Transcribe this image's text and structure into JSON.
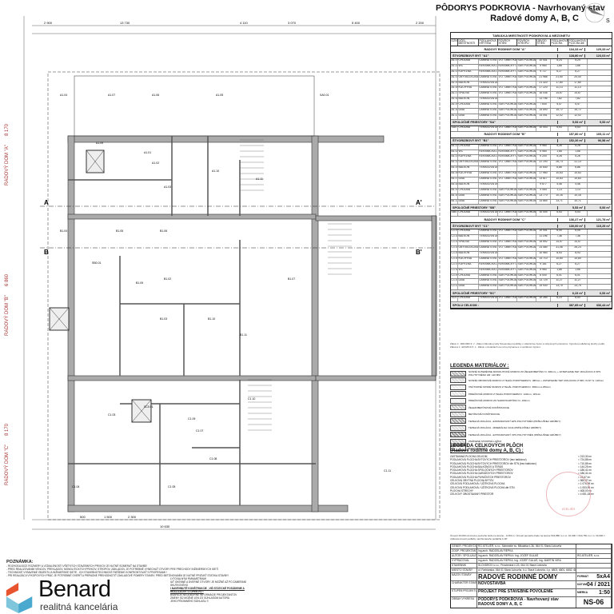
{
  "header": {
    "title_line1": "PÔDORYS PODKROVIA - Navrhovaný stav",
    "title_line2": "Radové domy  A, B, C",
    "north_label": "S"
  },
  "table": {
    "caption": "TABUĽKA MIESTNOSTÍ PODKROVIA A MEZONETU",
    "columns": [
      "OZN.",
      "ÚČEL MIESTNOSTI",
      "PODLAHOVÁ KRYTINA",
      "POVRCH STIEN",
      "POVRCH STROPU",
      "OBVOD STIEN (mm)",
      "PODLAHOVÁ PLOCHA (m²)",
      "PODLAHOVÁ PLOCHA dle STN (m²)"
    ],
    "houses": [
      {
        "label": "RADOVÝ RODINNÝ DOM  \"A\"",
        "area": "134,33 m²",
        "area_stn": "129,33 m²",
        "apt": {
          "label": "ŠTVORIZBOVÝ BYT  \"A1\"",
          "area": "128,80 m²",
          "area_stn": "123,03 m²"
        },
        "rooms": [
          [
            "A1.01",
            "CHODBA",
            "LAMINÁTOVÁ PODLAHA",
            "V.O. OMIETKA, HYG. MAĽBA",
            "SDK PODHLAD, HYG. MAĽBA",
            "10 441",
            "5,24",
            "5,24"
          ],
          [
            "A1.02",
            "WC",
            "KERAMICKÁ DLAŽBA",
            "KERAMICKÝ OBKLAD",
            "SDK PODHLAD, HYG. MAĽBA",
            "5 960",
            "1,66",
            "1,66"
          ],
          [
            "A1.03",
            "KÚPEĽŇA",
            "KERAMICKÁ DLAŽBA",
            "KERAMICKÝ OBKLAD",
            "SDK PODHLAD, HYG. MAĽBA",
            "9 727",
            "6,27",
            "6,27"
          ],
          [
            "A1.04",
            "OBÝVACIA IZBA",
            "LAMINÁTOVÁ PODLAHA",
            "V.O. OMIETKA, HYG. MAĽBA",
            "SDK PODHLAD, HYG. MAĽBA",
            "21 986",
            "21,50",
            "20,00"
          ],
          [
            "A1.05",
            "BALKÓN",
            "TERASOVÁ DLAŽBA",
            "-",
            "-",
            "21 320",
            "17,80",
            "17,80"
          ],
          [
            "A1.06",
            "KUCHYŇA",
            "LAMINÁTOVÁ PODLAHA",
            "V.O. OMIETKA, HYG. MAĽBA",
            "SDK PODHLAD, HYG. MAĽBA",
            "17 220",
            "11,13",
            "11,13"
          ],
          [
            "A1.07",
            "SPÁLŇA",
            "LAMINÁTOVÁ PODLAHA",
            "V.O. OMIETKA, HYG. MAĽBA",
            "SDK PODHLAD, HYG. MAĽBA",
            "16 036",
            "14,67",
            "14,67"
          ],
          [
            "A1.08",
            "BALKÓN",
            "TERASOVÁ DLAŽBA",
            "-",
            "-",
            "11 706",
            "7,82",
            "7,82"
          ],
          [
            "A1.09",
            "CHODBA",
            "LAMINÁTOVÁ PODLAHA",
            "SDK PODHLAD, HYG. MAĽBA",
            "SDK PODHLAD, HYG. MAĽBA",
            "7 640",
            "5,47",
            "5,47"
          ],
          [
            "A1.10",
            "IZBA",
            "LAMINÁTOVÁ PODLAHA",
            "SDK PODHLAD, HYG. MAĽBA",
            "SDK PODHLAD, HYG. MAĽBA",
            "15 690",
            "15,72",
            "15,72"
          ],
          [
            "A1.11",
            "IZBA",
            "LAMINÁTOVÁ PODLAHA",
            "SDK PODHLAD, HYG. MAĽBA",
            "SDK PODHLAD, HYG. MAĽBA",
            "14 051",
            "12,02",
            "12,02"
          ]
        ],
        "common": {
          "label": "SPOLOČNÉ PRIESTORY  \"SA\"",
          "area": "5,53 m²",
          "area_stn": "5,53 m²"
        },
        "common_rooms": [
          [
            "SA0.01",
            "CHODBA",
            "TERASOVÁ DLAŽBA",
            "V.O. OMIETKA, HYG. MAĽBA",
            "SDK PODHLAD, HYG. MAĽBA",
            "10 003",
            "5,53",
            "5,53"
          ]
        ]
      },
      {
        "label": "RADOVÝ RODINNÝ DOM  \"B\"",
        "area": "157,80 m²",
        "area_stn": "105,11 m²",
        "apt": {
          "label": "ŠTVORIZBOVÝ BYT  \"B1\"",
          "area": "152,26 m²",
          "area_stn": "96,58 m²"
        },
        "rooms": [
          [
            "B1.01",
            "CHODBA",
            "LAMINÁTOVÁ PODLAHA",
            "V.O. OMIETKA, HYG. MAĽBA",
            "SDK PODHLAD, HYG. MAĽBA",
            "9 960",
            "5,26",
            "5,26"
          ],
          [
            "B1.02",
            "WC",
            "KERAMICKÁ DLAŽBA",
            "KERAMICKÝ OBKLAD",
            "SDK PODHLAD, HYG. MAĽBA",
            "5 960",
            "1,66",
            "1,66"
          ],
          [
            "B1.03",
            "KÚPEĽŇA",
            "KERAMICKÁ DLAŽBA",
            "KERAMICKÝ OBKLAD",
            "SDK PODHLAD, HYG. MAĽBA",
            "9 200",
            "5,26",
            "5,26"
          ],
          [
            "B1.04",
            "OBÝVACIA IZBA",
            "LAMINÁTOVÁ PODLAHA",
            "V.O. OMIETKA, HYG. MAĽBA",
            "SDK PODHLAD, HYG. MAĽBA",
            "22 190",
            "26,73",
            "22,13"
          ],
          [
            "B1.05",
            "BALKÓN",
            "TERASOVÁ DLAŽBA",
            "-",
            "-",
            "10 640",
            "6,86",
            "6,86"
          ],
          [
            "B1.06",
            "KUCHYŇA",
            "LAMINÁTOVÁ PODLAHA",
            "V.O. OMIETKA, HYG. MAĽBA",
            "SDK PODHLAD, HYG. MAĽBA",
            "17 960",
            "10,63",
            "10,63"
          ],
          [
            "B1.07",
            "IZBA",
            "LAMINÁTOVÁ PODLAHA",
            "V.O. OMIETKA, HYG. MAĽBA",
            "SDK PODHLAD, HYG. MAĽBA",
            "13 617",
            "10,83",
            "10,83"
          ],
          [
            "B1.08",
            "BALKÓN",
            "TERASOVÁ DLAŽBA",
            "-",
            "-",
            "9 677",
            "4,46",
            "4,46"
          ],
          [
            "B1.09",
            "CHODBA",
            "LAMINÁTOVÁ PODLAHA",
            "SDK PODHLAD, HYG. MAĽBA",
            "SDK PODHLAD, HYG. MAĽBA",
            "4 064",
            "1,13",
            "1,13"
          ],
          [
            "B1.10",
            "IZBA",
            "LAMINÁTOVÁ PODLAHA",
            "SDK PODHLAD, HYG. MAĽBA",
            "SDK PODHLAD, HYG. MAĽBA",
            "13 770",
            "10,16",
            "10,16"
          ],
          [
            "B1.11",
            "IZBA",
            "LAMINÁTOVÁ PODLAHA",
            "SDK PODHLAD, HYG. MAĽBA",
            "SDK PODHLAD, HYG. MAĽBA",
            "14 864",
            "13,71",
            "10,71"
          ]
        ],
        "common": {
          "label": "SPOLOČNÉ PRIESTORY  \"SB\"",
          "area": "5,53 m²",
          "area_stn": "5,53 m²"
        },
        "common_rooms": [
          [
            "SB0.01",
            "CHODBA",
            "TERASOVÁ DLAŽBA",
            "V.O. OMIETKA, HYG. MAĽBA",
            "SDK PODHLAD, HYG. MAĽBA",
            "10 004",
            "5,53",
            "5,53"
          ]
        ]
      },
      {
        "label": "RADOVÝ RODINNÝ DOM  \"C\"",
        "area": "136,27 m²",
        "area_stn": "121,78 m²",
        "apt": {
          "label": "ŠTVORIZBOVÝ BYT  \"C1\"",
          "area": "130,00 m²",
          "area_stn": "115,25 m²"
        },
        "rooms": [
          [
            "C1.01",
            "CHODBA",
            "LAMINÁTOVÁ PODLAHA",
            "V.O. OMIETKA, HYG. MAĽBA",
            "SDK PODHLAD, HYG. MAĽBA",
            "10 441",
            "6,05",
            "6,05"
          ],
          [
            "C1.02",
            "BALKÓN",
            "TERASOVÁ DLAŽBA",
            "-",
            "-",
            "11 196",
            "7,36",
            "7,36"
          ],
          [
            "C1.03",
            "SPÁLŇA",
            "LAMINÁTOVÁ PODLAHA",
            "V.O. OMIETKA, HYG. MAĽBA",
            "SDK PODHLAD, HYG. MAĽBA",
            "15 592",
            "14,57",
            "14,57"
          ],
          [
            "C1.04",
            "OBÝVACIA IZBA",
            "LAMINÁTOVÁ PODLAHA",
            "V.O. OMIETKA, HYG. MAĽBA",
            "SDK PODHLAD, HYG. MAĽBA",
            "24 080",
            "31,06",
            "26,23"
          ],
          [
            "C1.05",
            "BALKÓN",
            "TERASOVÁ DLAŽBA",
            "-",
            "-",
            "10 960",
            "8,93",
            "8,93"
          ],
          [
            "C1.06",
            "KUCHYŇA",
            "LAMINÁTOVÁ PODLAHA",
            "V.O. OMIETKA, HYG. MAĽBA",
            "SDK PODHLAD, HYG. MAĽBA",
            "14 710",
            "10,80",
            "10,80"
          ],
          [
            "C1.07",
            "KÚPEĽŇA",
            "KERAMICKÁ DLAŽBA",
            "KERAMICKÝ OBKLAD",
            "SDK PODHLAD, HYG. MAĽBA",
            "9 161",
            "6,27",
            "6,27"
          ],
          [
            "C1.08",
            "WC",
            "KERAMICKÁ DLAŽBA",
            "KERAMICKÝ OBKLAD",
            "SDK PODHLAD, HYG. MAĽBA",
            "5 960",
            "1,66",
            "1,66"
          ],
          [
            "C1.09",
            "CHODBA",
            "LAMINÁTOVÁ PODLAHA",
            "SDK PODHLAD, HYG. MAĽBA",
            "SDK PODHLAD, HYG. MAĽBA",
            "8 000",
            "6,01",
            "6,01"
          ],
          [
            "C1.10",
            "IZBA",
            "LAMINÁTOVÁ PODLAHA",
            "SDK PODHLAD, HYG. MAĽBA",
            "SDK PODHLAD, HYG. MAĽBA",
            "13 729",
            "11,27",
            "11,27"
          ],
          [
            "C1.11",
            "IZBA",
            "LAMINÁTOVÁ PODLAHA",
            "SDK PODHLAD, HYG. MAĽBA",
            "SDK PODHLAD, HYG. MAĽBA",
            "15 930",
            "13,75",
            "13,75"
          ]
        ],
        "common": {
          "label": "SPOLOČNÉ PRIESTORY  \"SC\"",
          "area": "6,23 m²",
          "area_stn": "6,53 m²"
        },
        "common_rooms": [
          [
            "SC0.01",
            "CHODBA",
            "TERASOVÁ DLAŽBA",
            "V.O. OMIETKA, HYG. MAĽBA",
            "SDK PODHLAD, HYG. MAĽBA",
            "10 284",
            "6,23",
            "6,53"
          ]
        ]
      }
    ],
    "total": {
      "label": "SPOLU CELKOM :",
      "area": "387,85 m²",
      "area_stn": "336,44 m²"
    }
  },
  "table_note": "Zákon č. 182/1993 Z. z.. Zákon Národnej rady Slovenskej republiky o vlastníctve bytov a nebytových priestorov. Výpočet podlahovej plochy podľa Zákona č. 443/2010 Z. z.. Zákon o dotáciách na rozvoj bývania a o sociálnom bývaní.",
  "legend_materials": {
    "title": "LEGENDA MATERIÁLOV :",
    "items": [
      "NOSNÉ SUTERÉNNE MONOLITICKÉ MURIVO ZO ŽELEZOBETÓNU hr. 300mm, + ZATEPLENIE TEP. IZOLÁCIOU Z XPS POLYSTYRÉNU HR. 120 MM",
      "NOSNÉ OBVODOVÉ MURIVO Z TEHÁL POROTHERM hr. 380mm + ZATEPLENIE TEP. IZOLÁCIOU Z MIN. VLNY hr. 120mm",
      "VNÚTORNÉ NOSNÉ MURIVO Z TEHÁL POROTHERM hr. 380mm a 250mm",
      "PRIEČKOVÉ MURIVO Z TEHÁL POROTHERM hr. 120mm, 115mm",
      "PRIEČKOVÉ MURIVO ZO SADROKARTÓNU hr. 100mm",
      "ŽELEZOBETÓNOVÉ KONŠTRUKCIE",
      "BETÓNOVÉ KONŠTRUKCIE",
      "TEPELNÁ IZOLÁCIA - EXPANDOVANÝ EPS POLYSTYRÉN (PRÍSLUŠNEJ HRÚBKY)",
      "TEPELNÁ IZOLÁCIA - MINERÁLNA VLNA (PRÍSLUŠNEJ HRÚBKY)",
      "TEPELNÁ IZOLÁCIA - EXTRUDOVANÝ XPS POLYSTYRÉN (PRÍSLUŠNEJ HRÚBKY)",
      "ZNIŽNENÉ STROPNÉ LOŽKO",
      "RASTLÝ TERÉN"
    ]
  },
  "legend_areas": {
    "title": "LEGENDA CELKOVÝCH PLÔCH",
    "subtitle": "(Radové rodinné domy A, B, C) :",
    "items": [
      [
        "ZASTAVANÁ PLOCHA CELKOM",
        "= 213,30 m²"
      ],
      [
        "PODLAHOVÁ PLOCHA BYTOVÝCH PRIESTOROV (bez balkónov)",
        "= 724,88 m²"
      ],
      [
        "PODLAHOVÁ PLOCHA BYTOVÝCH PRIESTOROV dle STN (bez balkónov)",
        "= 710,85 m²"
      ],
      [
        "PODLAHOVÁ PLOCHA BALKÓNOV A TERÁS",
        "= 144,25 m²"
      ],
      [
        "PODLAHOVÁ PLOCHA SPOLOČNÝCH PRIESTOROV",
        "= 186,41 m²"
      ],
      [
        "PODLAHOVÁ PLOCHA GARÁŽOVÝCH PRIESTOROV",
        "= 186,41 m²"
      ],
      [
        "PODLAHOVÁ PLOCHA PIVNIČNÝCH PRIESTOROV",
        "= 23,67 m²"
      ],
      [
        "CELKOVÁ OBYTNÁ PLOCHA BYTOV",
        "= 560,87 m²"
      ],
      [
        "CELKOVÁ PODLAHOVÁ / ÚŽITKOVÁ PLOCHA",
        "= 1 076,99 m²"
      ],
      [
        "CELKOVÁ PODLAHOVÁ / ÚŽITKOVÁ PLOCHA dle STN",
        "= 1 053,99 m²"
      ],
      [
        "PLOCHA STRECHY",
        "= 408,00 m²"
      ],
      [
        "CELKOVÝ OBOSTAVANÝ PRIESTOR",
        "= 4 081,18 m³"
      ]
    ]
  },
  "stamp_text": "ATELIÉR",
  "height_note": "Úroveň ±0,000 od úrovne pevného bodu na teréne - 0,260 m. Úroveň pevného bodu na teréne 544,880 m.n.m. ±0,000 = 544,750 m.n.m. ±0,000 = výšková úroveň podlahy navrhovaného podlažia 1.NP",
  "title_block": {
    "rows": [
      [
        "GENER. PROJEKTANT",
        "RG ATELIÉR, s.r.o., Námestie sv. Mikuláša č.36, 064 01 Stará Ľubovňa"
      ],
      [
        "ZODP. PROJEKTANT",
        "Ing.arch. RADOSLAV REPKA"
      ],
      [
        "AUTOR / SPOLUAUTOR",
        "Ing.arch. RADOSLAV REPKA / Ing. JOZEF GULAŠ"
      ],
      [
        "VYPRACOVAL",
        "Ing.arch. RADOSLAV REPKA, Ing. JOZEF GULAŠ, Ing. MARTIN VIRA"
      ],
      [
        "STAVEBNÍK",
        "SLOVDROX s.r.o., Prostredná č.23, 064 01 Stará Ľubovňa"
      ],
      [
        "MIESTO STAVBY",
        "ul. Farbiarska, 064 01 Stará Ľubovňa, k.ú. Stará Ľubovňa, č.p. 6803, 6801, 6802, 6803, 70"
      ]
    ],
    "firm": "RG ATELIÉR, s.r.o.",
    "project_label": "NÁZOV STAVBY",
    "project": "RADOVÉ RODINNÉ DOMY",
    "character_label": "CHARAKTER STAVBY",
    "character": "NOVOSTAVBA",
    "stage_label": "STUPEŇ PROJEKTU",
    "stage": "PROJEKT PRE STAVEBNÉ POVOLENIE",
    "drawing_label": "OBSAH VÝKRESU",
    "drawing": "PÔDORYS PODKROVIA - Navrhovaný stav",
    "drawing2": "RADOVÉ DOMY  A, B, C",
    "format_label": "FORMÁT",
    "format": "5xA4",
    "date_label": "DÁTUM",
    "date": "04 / 2021",
    "scale_label": "MIERKA",
    "scale": "1:50",
    "sheet": "NS-06"
  },
  "notes": {
    "title": "POZNÁMKA:",
    "lines": [
      "- ROZHODUJÚCE ROZMERY A VZDIALENOSTI VŠETKÝCH STAVEBNÝCH PRVKOV JE NUTNÉ SOMERAŤ NA STAVBE!",
      "- PRED REALIZOVANÍM VENCOV, PREKLADOV, MONOLITICKÝCH PRVKOV, STROPOV, ZÁKLADOV, JE POTREBNÉ VYNECHAŤ OTVORY PRE PRECHODY INŽINIERSKYCH SIETÍ",
      "- TECHNICKÉ VYBAVENIE OBJEKTU A INŽINIERSKE SIETE , ICH STAVEBNOTECHNICKÉ RIEŠENIE KONFRONTOVAŤ S PROFESIAMI !",
      "- PRI REALIZÁCII VÝKOPOVÝCH PRÁC JE POTREBNÉ OVERIŤ A PRÍPADNE PREHODNOTIŤ ZÁKLADOVÉ POMERY STAVBY, PRED BETÓNOVANÍM JE NUTNÉ PRIZVAŤ STATIKA STAVBY!",
      "LYTOVALNÝM PARAMETRAMI",
      "IAŤ OKENNÉ A DVERNÉ OTVORY JE MOŽNÉ AŽ PO ZAMERANÍ SKUTKOVÉHO",
      "I NAVRHNUTÉ KONŠTRUKCIE , VIĎ STATICKÉ POSÚDENIE A REALIZAČNÝ STUPEŇ PD !",
      "BSAHUJE NEODBORNÉ INFORMÁCIE PROJEKTANTOV",
      "ZMENY SÚ MOŽNÉ LEN ZO SÚHLASOM AUTORA",
      "JEHO PÍSOMNÉHO SÚHLASU !!"
    ]
  },
  "logo": {
    "name": "Benard",
    "subtitle": "realitná kancelária"
  },
  "plan": {
    "unit_labels": [
      "RADOVÝ DOM \"A\"",
      "RADOVÝ DOM \"B\"",
      "RADOVÝ DOM \"C\""
    ],
    "unit_dims": [
      "8 170",
      "6 860",
      "8 170"
    ],
    "section_marks": [
      "A",
      "A'",
      "B",
      "B'"
    ],
    "top_dims": [
      "2 900",
      "13 730",
      "4 110",
      "3 070",
      "5 400",
      "2 200"
    ],
    "bottom_dims": [
      "10 630",
      "500",
      "1 500",
      "2 300"
    ],
    "rooms": [
      "A1.04",
      "A1.07",
      "A1.06",
      "A1.05",
      "SA0.01",
      "A1.09",
      "A1.02",
      "A1.03",
      "A1.10",
      "A1.11",
      "A1.01",
      "B1.04",
      "B1.05",
      "B1.06",
      "B1.07",
      "SB0.01",
      "B1.09",
      "B1.02",
      "B1.03",
      "B1.10",
      "B1.11",
      "C1.03",
      "C1.04",
      "C1.05",
      "SC0.01",
      "C1.09",
      "C1.07",
      "C1.08",
      "C1.10",
      "C1.11"
    ]
  }
}
